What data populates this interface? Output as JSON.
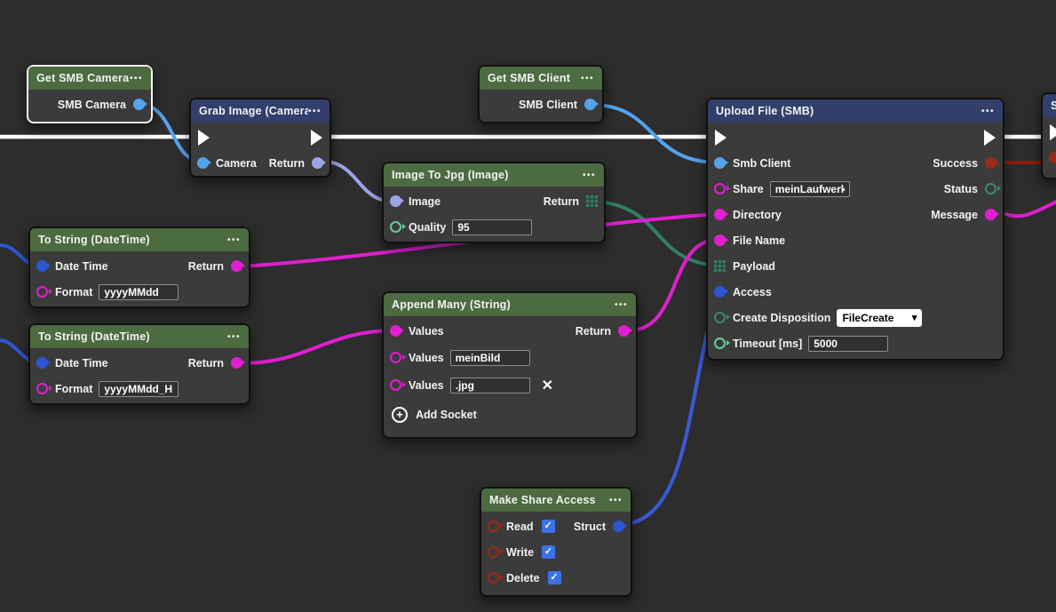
{
  "colors": {
    "canvas": "#2d2d2d",
    "header_green": "#4c6b40",
    "header_blue": "#333f6b",
    "selected_border": "#d9992e",
    "exec": "#ffffff",
    "smb_object": "#54a3ec",
    "image_object": "#9aa4e6",
    "datetime_object": "#2e55d2",
    "string_type": "#e11fd0",
    "number_type": "#5ecf9a",
    "bytes_type": "#2f8068",
    "status_type": "#3e8577",
    "bool_type": "#9b2a18",
    "error_wire": "#8b1d10",
    "access_wire": "#3a5bd9",
    "checkbox": "#3b72e8"
  },
  "icons": {
    "menu": "•••",
    "check": "✓",
    "close": "✕",
    "add": "+",
    "chevron": "▾"
  },
  "nodes": {
    "get_smb_camera": {
      "title": "Get SMB Camera",
      "out_label": "SMB Camera"
    },
    "grab_image": {
      "title": "Grab Image (Camera)",
      "in_camera": "Camera",
      "out_return": "Return"
    },
    "get_smb_client": {
      "title": "Get SMB Client",
      "out_label": "SMB Client"
    },
    "image_to_jpg": {
      "title": "Image To Jpg (Image)",
      "in_image": "Image",
      "out_return": "Return",
      "in_quality": "Quality",
      "quality_value": "95"
    },
    "to_string_date": {
      "title": "To String (DateTime)",
      "in_datetime": "Date Time",
      "out_return": "Return",
      "in_format": "Format",
      "format_value": "yyyyMMdd"
    },
    "to_string_hour": {
      "title": "To String (DateTime)",
      "in_datetime": "Date Time",
      "out_return": "Return",
      "in_format": "Format",
      "format_value": "yyyyMMdd_HH"
    },
    "append_many": {
      "title": "Append Many (String)",
      "in_values_1": "Values",
      "out_return": "Return",
      "in_values_2": "Values",
      "values_2_value": "meinBild",
      "in_values_3": "Values",
      "values_3_value": ".jpg",
      "add_socket_label": "Add Socket"
    },
    "upload_file": {
      "title": "Upload File (SMB)",
      "in_smb_client": "Smb Client",
      "in_share": "Share",
      "share_value": "meinLaufwerk",
      "in_directory": "Directory",
      "in_file_name": "File Name",
      "in_payload": "Payload",
      "in_access": "Access",
      "in_create_disposition": "Create Disposition",
      "create_disposition_value": "FileCreate",
      "in_timeout": "Timeout [ms]",
      "timeout_value": "5000",
      "out_success": "Success",
      "out_status": "Status",
      "out_message": "Message"
    },
    "make_share_access": {
      "title": "Make Share Access",
      "in_read": "Read",
      "in_write": "Write",
      "in_delete": "Delete",
      "out_struct": "Struct",
      "read_checked": true,
      "write_checked": true,
      "delete_checked": true
    },
    "partial_right": {
      "title": "S"
    }
  }
}
